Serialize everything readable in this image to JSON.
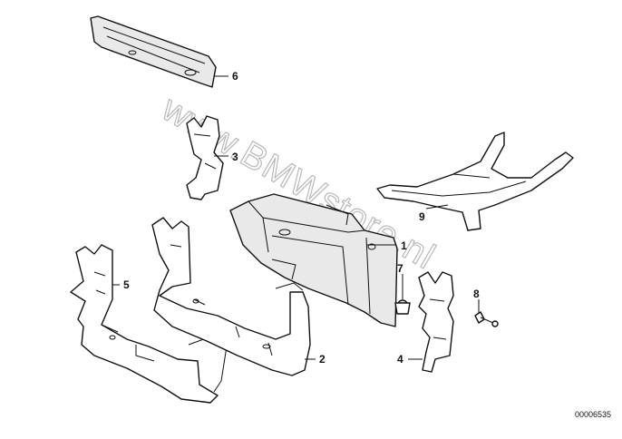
{
  "watermark": "www.BMWstore.nl",
  "document_number": "00006535",
  "callouts": [
    "1",
    "2",
    "3",
    "4",
    "5",
    "6",
    "7",
    "8",
    "9"
  ]
}
